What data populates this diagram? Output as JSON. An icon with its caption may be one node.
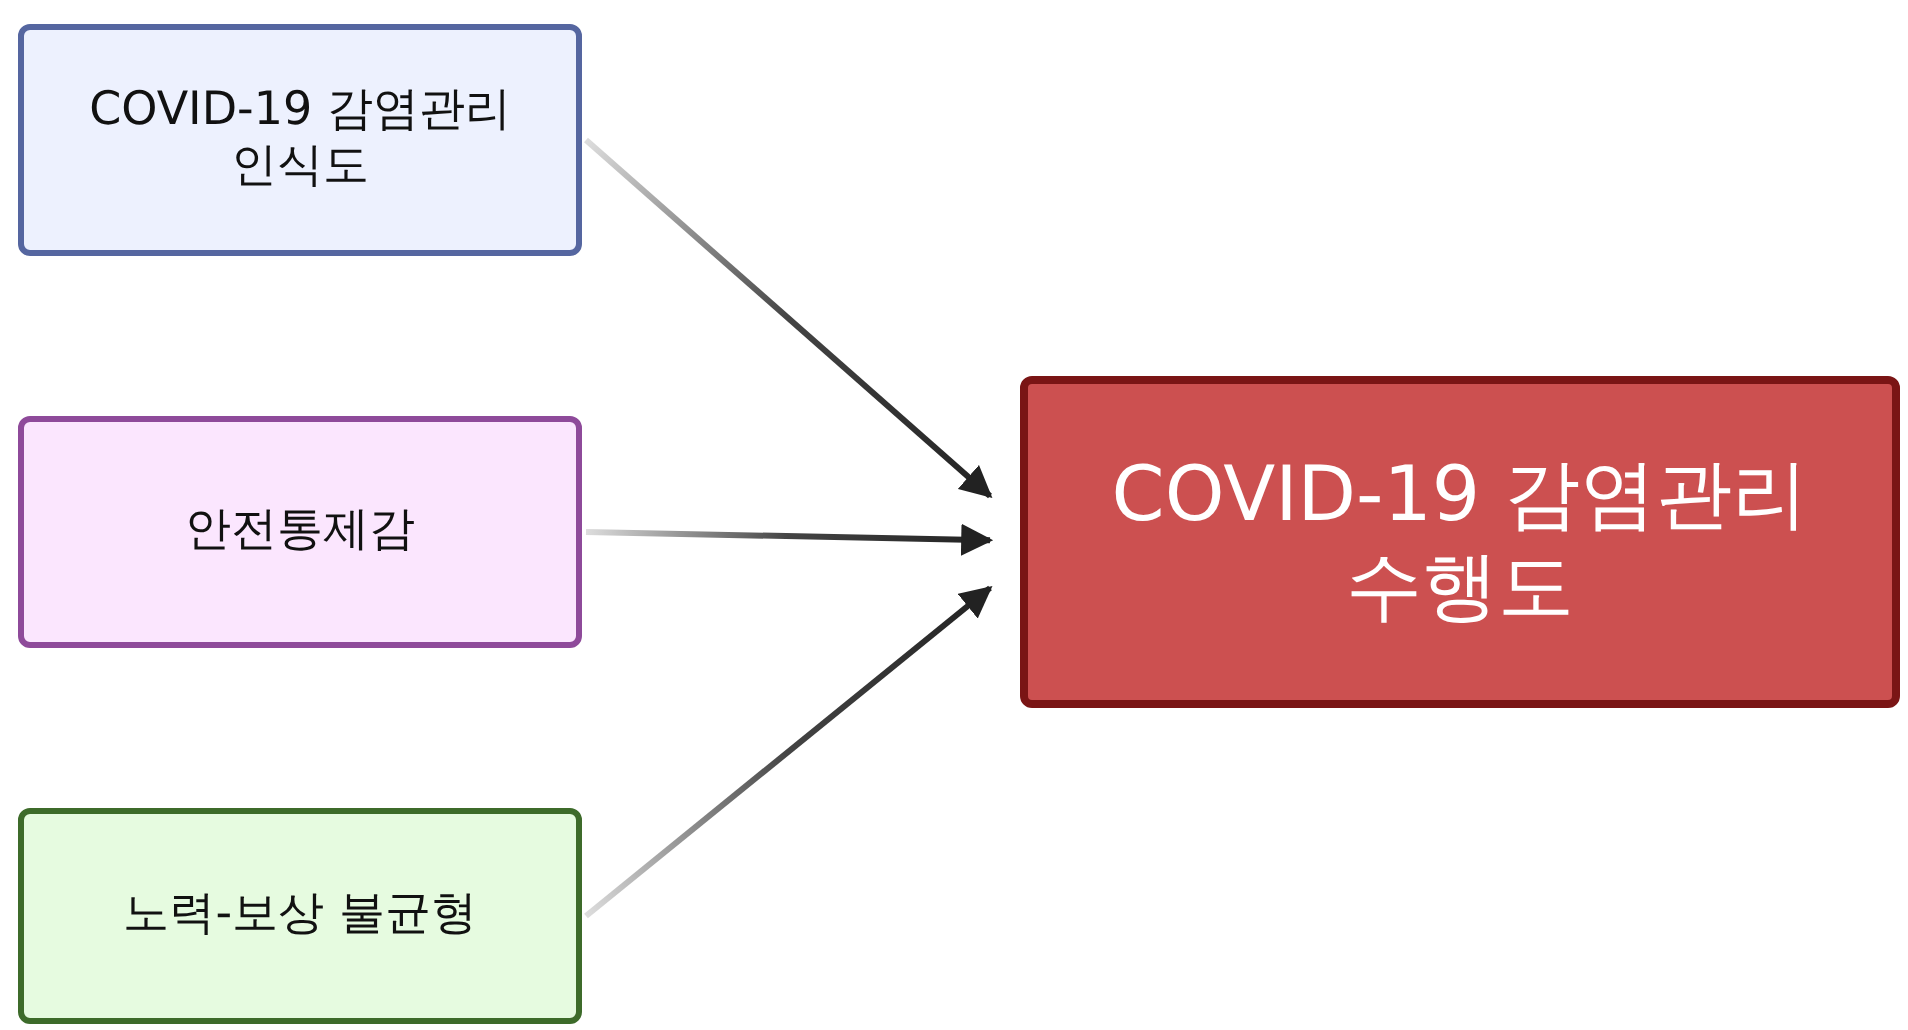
{
  "diagram": {
    "nodes": [
      {
        "text": [
          "COVID-19 감염관리 인식도"
        ]
      },
      {
        "text": [
          "안전통제감"
        ]
      },
      {
        "text": [
          "노력-보상 불균형"
        ]
      },
      {
        "text": [
          "COVID-19 감염관리 수행도"
        ]
      }
    ],
    "edges": [
      {
        "from": 0,
        "to": 3,
        "arrow": "to"
      },
      {
        "from": 1,
        "to": 3,
        "arrow": "to"
      },
      {
        "from": 2,
        "to": 3,
        "arrow": "to"
      }
    ]
  }
}
